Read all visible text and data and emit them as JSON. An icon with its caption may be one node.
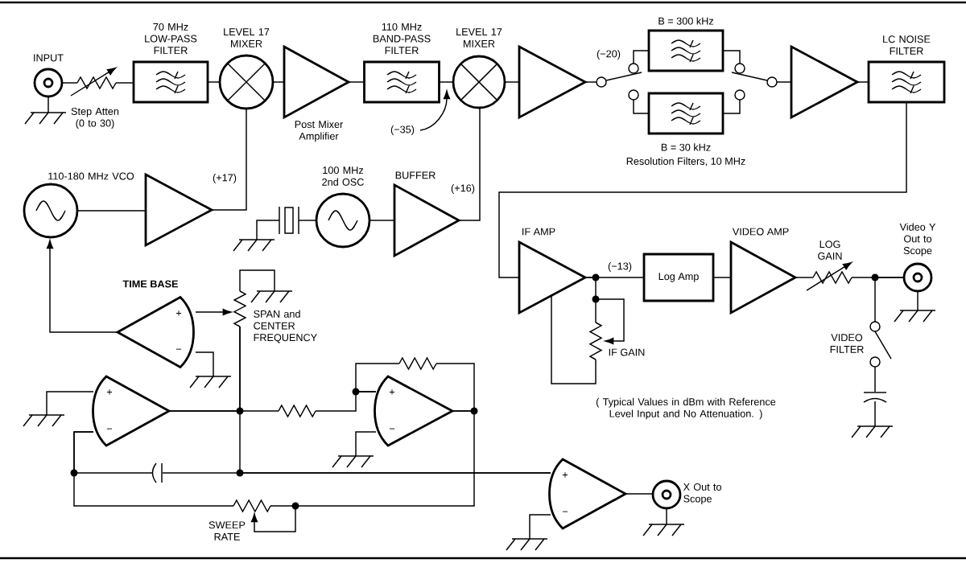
{
  "diagram": {
    "nodes": [
      {
        "text": [
          "INPUT"
        ]
      },
      {
        "text": [
          "Step Atten (0 to 30)"
        ]
      },
      {
        "text": [
          "70 MHz LOW-PASS FILTER"
        ]
      },
      {
        "text": [
          "LEVEL 17 MIXER"
        ]
      },
      {
        "text": [
          "Post Mixer Amplifier"
        ]
      },
      {
        "text": [
          "110 MHz BAND-PASS FILTER"
        ]
      },
      {
        "text": [
          "LEVEL 17 MIXER"
        ]
      },
      {
        "text": [],
        "shape": "triangle"
      },
      {
        "text": [],
        "shape": "switch"
      },
      {
        "text": [
          "B = 300 kHz"
        ]
      },
      {
        "text": [
          "B = 30 kHz"
        ]
      },
      {
        "text": [],
        "shape": "switch"
      },
      {
        "text": [],
        "shape": "triangle"
      },
      {
        "text": [
          "LC NOISE FILTER"
        ]
      },
      {
        "text": [
          "IF AMP"
        ]
      },
      {
        "text": [
          "Log Amp"
        ]
      },
      {
        "text": [
          "VIDEO AMP"
        ]
      },
      {
        "text": [
          "LOG GAIN"
        ]
      },
      {
        "text": [
          "Video Y Out to Scope"
        ]
      },
      {
        "text": [
          "IF GAIN"
        ]
      },
      {
        "text": [
          "VIDEO FILTER"
        ]
      },
      {
        "text": [],
        "shape": "capacitor"
      },
      {
        "text": [
          "110-180 MHz VCO"
        ]
      },
      {
        "text": [],
        "shape": "triangle"
      },
      {
        "text": [],
        "shape": "crystal"
      },
      {
        "text": [
          "100 MHz 2nd OSC"
        ]
      },
      {
        "text": [
          "BUFFER"
        ]
      },
      {
        "text": [
          "TIME BASE"
        ]
      },
      {
        "text": [
          "SPAN and CENTER FREQUENCY"
        ]
      },
      {
        "text": [],
        "shape": "op-amp"
      },
      {
        "text": [],
        "shape": "op-amp"
      },
      {
        "text": [],
        "shape": "resistor"
      },
      {
        "text": [],
        "shape": "resistor"
      },
      {
        "text": [],
        "shape": "capacitor"
      },
      {
        "text": [
          "SWEEP RATE"
        ]
      },
      {
        "text": [],
        "shape": "op-amp"
      },
      {
        "text": [
          "X Out to Scope"
        ]
      },
      {
        "text": [
          "(−35)"
        ]
      }
    ],
    "edges": [
      {
        "from": 0,
        "to": 1,
        "arrow": "none"
      },
      {
        "from": 1,
        "to": 2,
        "arrow": "none"
      },
      {
        "from": 2,
        "to": 3,
        "arrow": "none"
      },
      {
        "from": 3,
        "to": 4,
        "arrow": "none"
      },
      {
        "from": 4,
        "to": 5,
        "arrow": "none"
      },
      {
        "from": 5,
        "to": 6,
        "arrow": "none"
      },
      {
        "from": 6,
        "to": 7,
        "arrow": "none"
      },
      {
        "from": 7,
        "to": 8,
        "arrow": "none"
      },
      {
        "from": 8,
        "to": 9,
        "arrow": "none"
      },
      {
        "from": 8,
        "to": 10,
        "arrow": "none"
      },
      {
        "from": 9,
        "to": 11,
        "arrow": "none"
      },
      {
        "from": 10,
        "to": 11,
        "arrow": "none"
      },
      {
        "from": 11,
        "to": 12,
        "arrow": "none"
      },
      {
        "from": 12,
        "to": 13,
        "arrow": "none"
      },
      {
        "from": 13,
        "to": 14,
        "arrow": "none"
      },
      {
        "from": 14,
        "to": 15,
        "arrow": "none"
      },
      {
        "from": 15,
        "to": 16,
        "arrow": "none"
      },
      {
        "from": 16,
        "to": 17,
        "arrow": "none"
      },
      {
        "from": 17,
        "to": 18,
        "arrow": "none"
      },
      {
        "from": 14,
        "to": 19,
        "arrow": "none"
      },
      {
        "from": 19,
        "to": 14,
        "arrow": "none"
      },
      {
        "from": 18,
        "to": 20,
        "arrow": "none"
      },
      {
        "from": 20,
        "to": 21,
        "arrow": "none"
      },
      {
        "from": 23,
        "to": 3,
        "arrow": "none"
      },
      {
        "from": 22,
        "to": 23,
        "arrow": "none"
      },
      {
        "from": 24,
        "to": 25,
        "arrow": "none"
      },
      {
        "from": 25,
        "to": 26,
        "arrow": "none"
      },
      {
        "from": 26,
        "to": 6,
        "arrow": "none"
      },
      {
        "from": 27,
        "to": 22,
        "arrow": "to"
      },
      {
        "from": 27,
        "to": 28,
        "arrow": "to"
      },
      {
        "from": 28,
        "to": 29,
        "arrow": "none"
      },
      {
        "from": 29,
        "to": 31,
        "arrow": "none"
      },
      {
        "from": 31,
        "to": 30,
        "arrow": "none"
      },
      {
        "from": 30,
        "to": 32,
        "arrow": "none"
      },
      {
        "from": 32,
        "to": 30,
        "arrow": "none"
      },
      {
        "from": 29,
        "to": 33,
        "arrow": "none"
      },
      {
        "from": 33,
        "to": 35,
        "arrow": "none"
      },
      {
        "from": 28,
        "to": 35,
        "arrow": "none"
      },
      {
        "from": 29,
        "to": 34,
        "arrow": "none"
      },
      {
        "from": 34,
        "to": 30,
        "arrow": "none"
      },
      {
        "from": 35,
        "to": 36,
        "arrow": "none"
      },
      {
        "from": 37,
        "to": 6,
        "arrow": "to"
      }
    ],
    "labels": [
      "(−20)",
      "Resolution Filters, 10 MHz",
      "(+17)",
      "(+16)",
      "(−13)",
      "( Typical Values in dBm with Reference Level Input and No Attenuation. )",
      "+",
      "−",
      "+",
      "−",
      "+",
      "−",
      "+",
      "−"
    ]
  }
}
